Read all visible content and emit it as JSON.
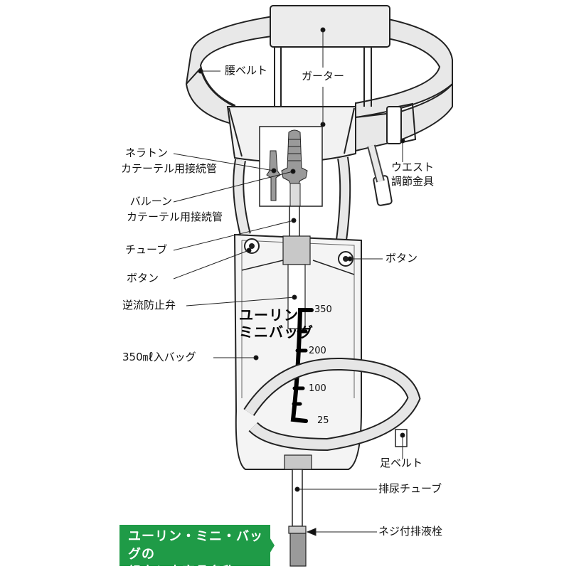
{
  "labels": {
    "waist_belt": "腰ベルト",
    "garter": "ガーター",
    "nelaton_1": "ネラトン",
    "nelaton_2": "カテーテル用接続管",
    "balloon_1": "バルーン",
    "balloon_2": "カテーテル用接続管",
    "tube": "チューブ",
    "button_left": "ボタン",
    "button_right": "ボタン",
    "check_valve": "逆流防止弁",
    "bag": "350㎖入バッグ",
    "waist_adjuster_1": "ウエスト",
    "waist_adjuster_2": "調節金具",
    "leg_belt": "足ベルト",
    "drain_tube": "排尿チューブ",
    "drain_plug": "ネジ付排液栓"
  },
  "bag_print": {
    "line1": "ユーリン",
    "line2": "ミニバッグ"
  },
  "scale_marks": [
    "350",
    "200",
    "100",
    "25"
  ],
  "banner": {
    "line1": "ユーリン・ミニ・バッグの",
    "line2": "組立と内容品名称",
    "color": "#1f9b47"
  }
}
